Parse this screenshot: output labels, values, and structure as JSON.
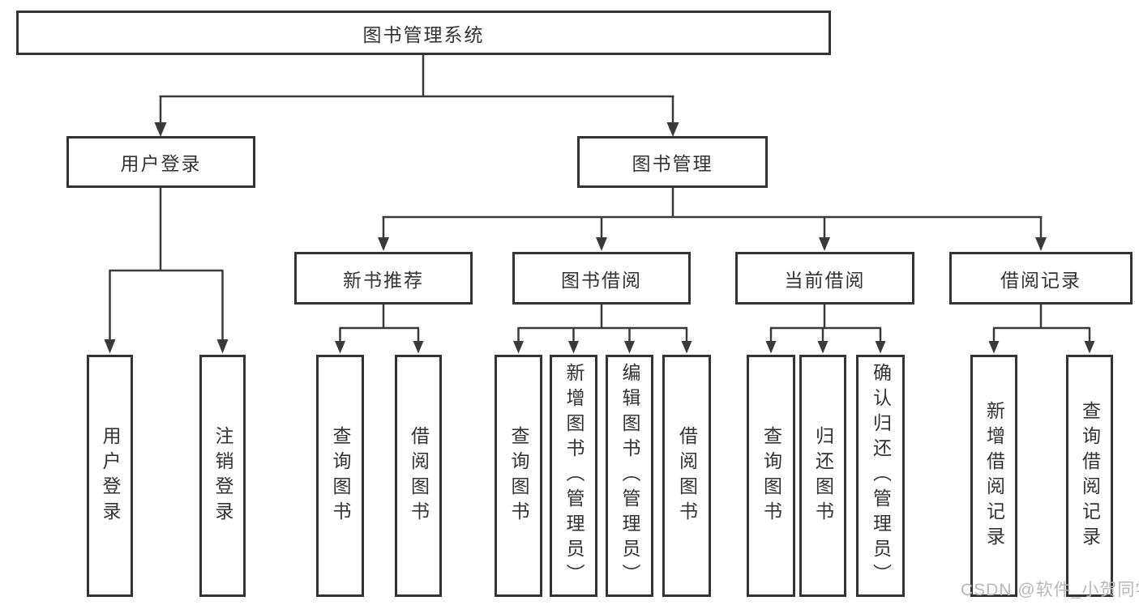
{
  "colors": {
    "line": "#3a3a3a",
    "box_border": "#333333",
    "text": "#333333",
    "background": "#ffffff",
    "watermark_text_color": "#b9b9b9"
  },
  "watermark": {
    "text": "CSDN @软件_小贺同学"
  },
  "tree": {
    "label": "图书管理系统",
    "children": [
      {
        "label": "用户登录",
        "children": [
          {
            "label": "用户登录"
          },
          {
            "label": "注销登录"
          }
        ]
      },
      {
        "label": "图书管理",
        "children": [
          {
            "label": "新书推荐",
            "children": [
              {
                "label": "查询图书"
              },
              {
                "label": "借阅图书"
              }
            ]
          },
          {
            "label": "图书借阅",
            "children": [
              {
                "label": "查询图书"
              },
              {
                "label": "新增图书（管理员）"
              },
              {
                "label": "编辑图书（管理员）"
              },
              {
                "label": "借阅图书"
              }
            ]
          },
          {
            "label": "当前借阅",
            "children": [
              {
                "label": "查询图书"
              },
              {
                "label": "归还图书"
              },
              {
                "label": "确认归还（管理员）"
              }
            ]
          },
          {
            "label": "借阅记录",
            "children": [
              {
                "label": "新增借阅记录"
              },
              {
                "label": "查询借阅记录"
              }
            ]
          }
        ]
      }
    ]
  }
}
